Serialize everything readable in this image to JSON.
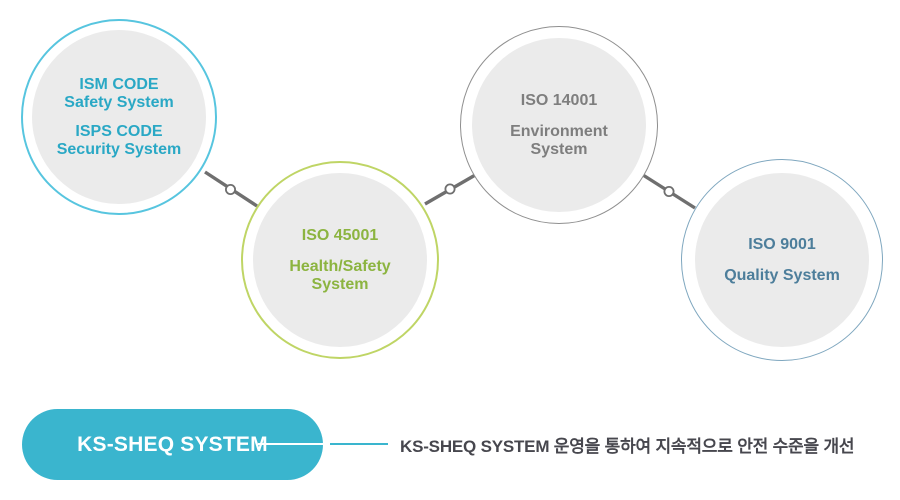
{
  "diagram": {
    "circles": [
      {
        "id": "ism-isps",
        "border_color": "#57c5df",
        "text_color": "#2aa8c5",
        "lines": [
          "ISM CODE",
          "Safety System",
          "ISPS CODE",
          "Security System"
        ]
      },
      {
        "id": "iso-45001",
        "border_color": "#bfd565",
        "text_color": "#8cb440",
        "title": "ISO 45001",
        "subtitle_line1": "Health/Safety",
        "subtitle_line2": "System"
      },
      {
        "id": "iso-14001",
        "border_color": "#8f8f8f",
        "text_color": "#7e7e7e",
        "title": "ISO 14001",
        "subtitle_line1": "Environment",
        "subtitle_line2": "System"
      },
      {
        "id": "iso-9001",
        "border_color": "#7fa7bf",
        "text_color": "#4d7e9b",
        "title": "ISO 9001",
        "subtitle_line1": "Quality System"
      }
    ],
    "connector_color": "#6f6f6f",
    "inner_circle_fill": "#ebebeb"
  },
  "footer": {
    "badge_label": "KS-SHEQ SYSTEM",
    "badge_color": "#3ab5ce",
    "description": "KS-SHEQ SYSTEM 운영을 통하여 지속적으로 안전 수준을 개선",
    "description_color": "#47474e"
  }
}
